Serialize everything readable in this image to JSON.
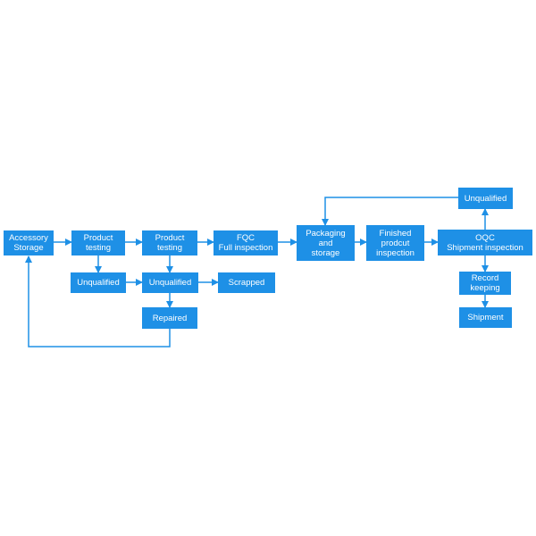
{
  "colors": {
    "node_fill": "#1e90e6",
    "node_text": "#ffffff",
    "edge": "#1e90e6",
    "background": "#ffffff"
  },
  "nodes": {
    "accessory_storage": "Accessory\nStorage",
    "product_testing_1": "Product\ntesting",
    "product_testing_2": "Product\ntesting",
    "fqc": "FQC\nFull inspection",
    "packaging_storage": "Packaging\nand\nstorage",
    "finished_inspection": "Finished\nprodcut\ninspection",
    "oqc": "OQC\nShipment inspection",
    "unqualified_1": "Unqualified",
    "unqualified_2": "Unqualified",
    "scrapped": "Scrapped",
    "repaired": "Repaired",
    "unqualified_top": "Unqualified",
    "record_keeping": "Record\nkeeping",
    "shipment": "Shipment"
  }
}
